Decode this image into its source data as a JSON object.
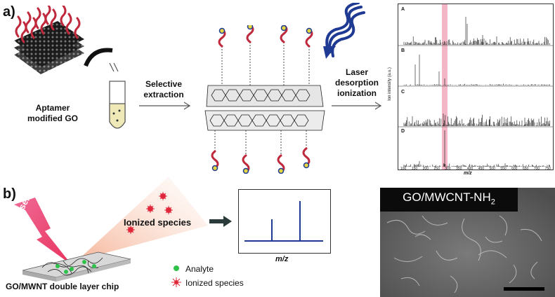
{
  "panel_a": {
    "label": "a)",
    "go_label_line1": "Aptamer",
    "go_label_line2": "modified GO",
    "step1_line1": "Selective",
    "step1_line2": "extraction",
    "step2_line1": "Laser",
    "step2_line2": "desorption",
    "step2_line3": "ionization",
    "spectra": {
      "letters": [
        "A",
        "B",
        "C",
        "D"
      ],
      "ylabel": "Ion intensity (a.u.)",
      "xlabel": "m/z",
      "ticks": [
        "100",
        "150",
        "200",
        "250",
        "300",
        "350",
        "400",
        "450",
        "500",
        "550",
        "600",
        "650",
        "700",
        "750"
      ]
    }
  },
  "panel_b": {
    "label": "b)",
    "laser_label": "Laser",
    "cloud_label": "Ionized species",
    "chip_label": "GO/MWNT double layer chip",
    "mini_spectrum_xlabel": "m/z",
    "legend": {
      "analyte": "Analyte",
      "ionized": "Ionized species"
    },
    "sem_title": "GO/MWCNT-NH",
    "sem_title_sub": "2"
  },
  "colors": {
    "aptamer": "#c0283c",
    "dark_blue": "#1f3a93",
    "laser_pink": "#e83a6e",
    "analyte_green": "#2ec24a",
    "ionized_red": "#e0283a"
  }
}
